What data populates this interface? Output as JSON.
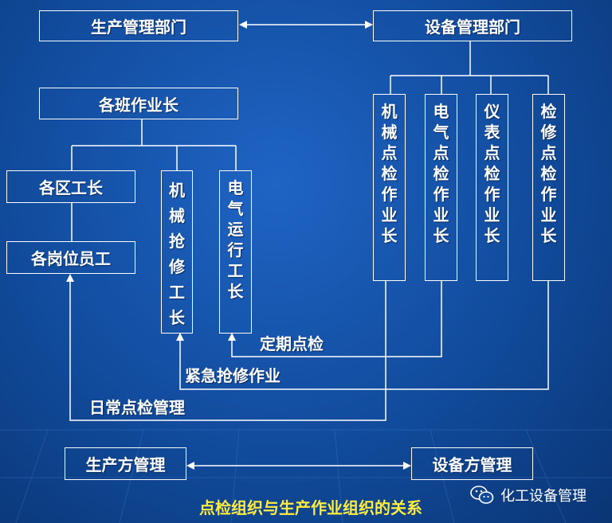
{
  "title": "点检组织与生产作业组织的关系",
  "watermark": "化工设备管理",
  "boxes": {
    "production_dept": "生产管理部门",
    "equipment_dept": "设备管理部门",
    "shift_leader": "各班作业长",
    "area_foreman": "各区工长",
    "post_staff": "各岗位员工",
    "mech_repair_foreman": "机械抢修工长",
    "elec_run_foreman": "电气运行工长",
    "mech_inspection": "机械点检作业长",
    "elec_inspection": "电气点检作业长",
    "instrument_inspection": "仪表点检作业长",
    "maint_inspection": "检修点检作业长",
    "production_side": "生产方管理",
    "equipment_side": "设备方管理"
  },
  "flows": {
    "regular_inspection": "定期点检",
    "emergency_repair": "紧急抢修作业",
    "daily_inspection": "日常点检管理"
  },
  "colors": {
    "background": "#1a5bb8",
    "line": "#ffffff",
    "caption": "#ffeb3b"
  }
}
